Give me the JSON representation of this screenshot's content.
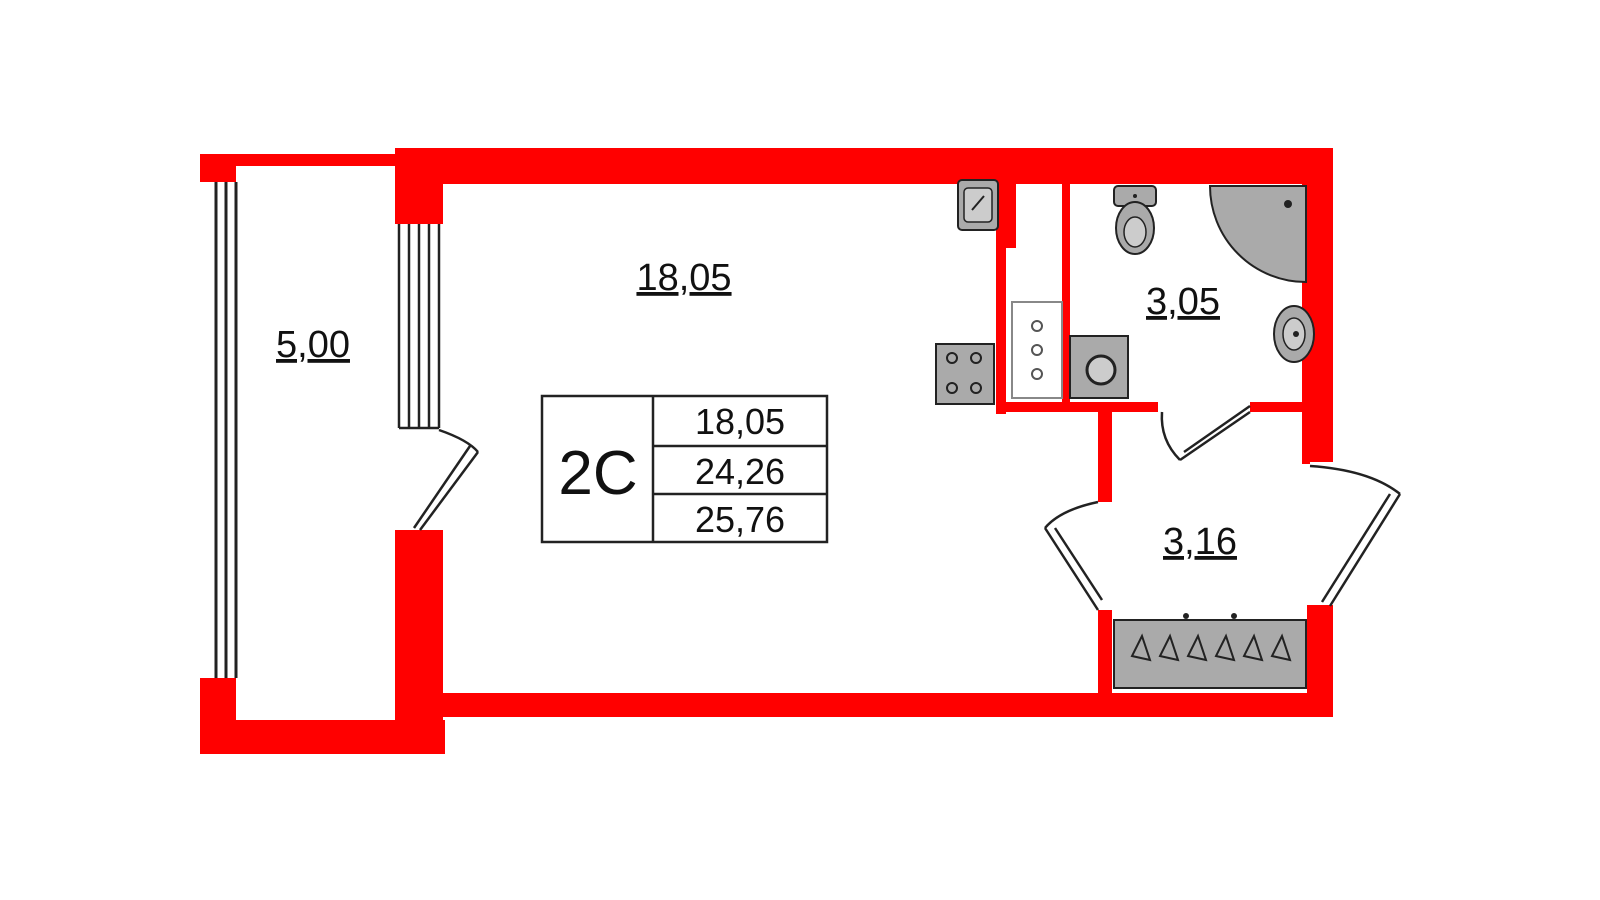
{
  "plan": {
    "rooms": [
      {
        "name": "balcony",
        "area": "5,00"
      },
      {
        "name": "living-room",
        "area": "18,05"
      },
      {
        "name": "bathroom",
        "area": "3,05"
      },
      {
        "name": "hallway",
        "area": "3,16"
      }
    ],
    "summary": {
      "code": "2С",
      "living_area": "18,05",
      "total_area": "24,26",
      "total_with_balcony": "25,76"
    }
  },
  "colors": {
    "wall": "#ff0000",
    "fixture": "#aaaaaa",
    "line": "#222222",
    "background": "#ffffff"
  },
  "icons": [
    "sink-icon",
    "stove-icon",
    "fridge-icon",
    "washing-machine-icon",
    "toilet-icon",
    "shower-icon",
    "washbasin-icon",
    "wardrobe-icon"
  ]
}
